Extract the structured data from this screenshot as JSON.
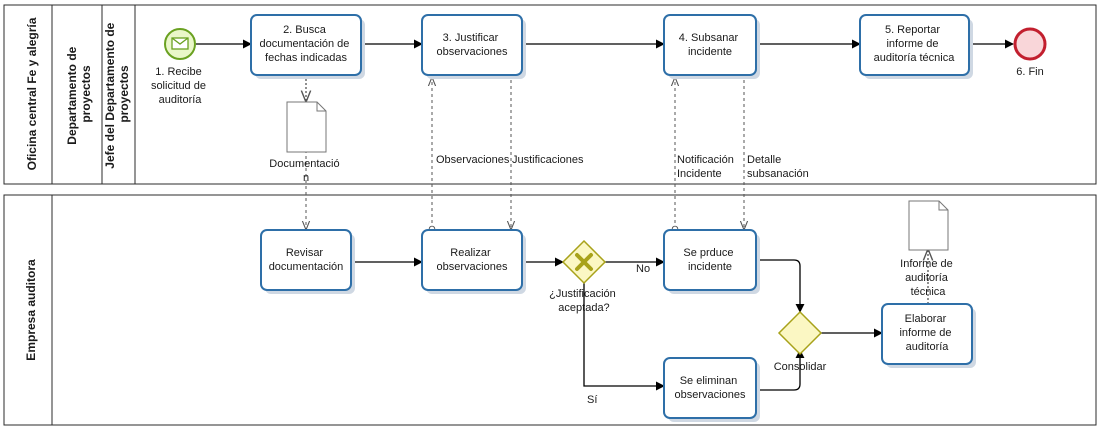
{
  "pools": {
    "top": {
      "name": "Oficina central Fe y alegría",
      "lane_dept": [
        "Departamento de",
        "proyectos"
      ],
      "lane_jefe": [
        "Jefe del Departamento de",
        "proyectos"
      ]
    },
    "bottom": {
      "name": "Empresa auditora"
    }
  },
  "events": {
    "start": [
      "1. Recibe",
      "solicitud de",
      "auditoría"
    ],
    "end": "6. Fin"
  },
  "tasks": {
    "t2": [
      "2. Busca",
      "documentación de",
      "fechas indicadas"
    ],
    "t3": [
      "3. Justificar",
      "observaciones"
    ],
    "t4": [
      "4. Subsanar",
      "incidente"
    ],
    "t5": [
      "5. Reportar",
      "informe de",
      "auditoría técnica"
    ],
    "revisar": [
      "Revisar",
      "documentación"
    ],
    "realizar": [
      "Realizar",
      "observaciones"
    ],
    "produce": [
      "Se prduce",
      "incidente"
    ],
    "eliminan": [
      "Se eliminan",
      "observaciones"
    ],
    "elaborar": [
      "Elaborar",
      "informe de",
      "auditoría"
    ]
  },
  "data_objects": {
    "documentacion": [
      "Documentació",
      "n"
    ],
    "informe": [
      "Informe de",
      "auditoría",
      "técnica"
    ]
  },
  "gateways": {
    "justificacion": [
      "¿Justificación",
      "aceptada?"
    ],
    "consolidar": "Consolidar"
  },
  "flow_labels": {
    "no": "No",
    "si": "Sí",
    "observaciones": "Observaciones",
    "justificaciones": "Justificaciones",
    "notificacion": [
      "Notificación",
      "Incidente"
    ],
    "detalle": [
      "Detalle",
      "subsanación"
    ]
  }
}
